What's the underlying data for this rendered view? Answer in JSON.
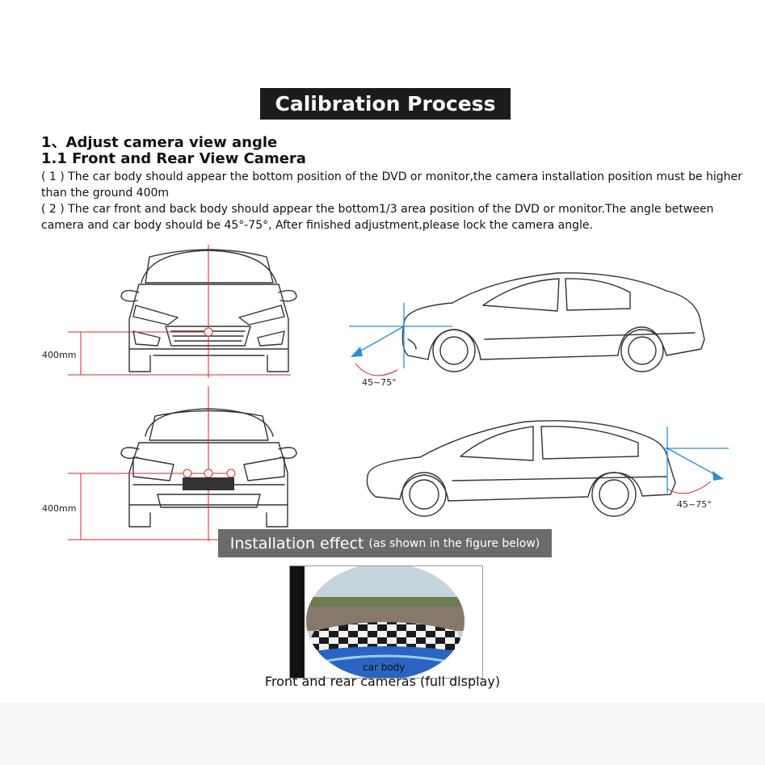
{
  "title": "Calibration Process",
  "heading1": "1、Adjust camera view angle",
  "heading2": "1.1 Front and Rear View Camera",
  "paragraph1": "( 1 ) The car body should appear the bottom position of the DVD or monitor,the camera installation position must be higher than the ground 400m",
  "paragraph2": "( 2 ) The car front and back body should appear the bottom1/3 area position of the DVD or monitor.The angle between camera and car body should be 45°-75°,  After finished adjustment,please lock the camera angle.",
  "diagram": {
    "front_height_label": "400mm",
    "rear_height_label": "400mm",
    "front_angle_label": "45~75°",
    "rear_angle_label": "45~75°"
  },
  "install": {
    "main": "Installation effect",
    "sub": "(as shown in the figure below)"
  },
  "photo_label": "car body",
  "caption": "Front and rear cameras (full display)",
  "colors": {
    "accent_red": "#d9262e",
    "guide_blue": "#2a8fd6",
    "title_bg": "#1c1c1c"
  }
}
